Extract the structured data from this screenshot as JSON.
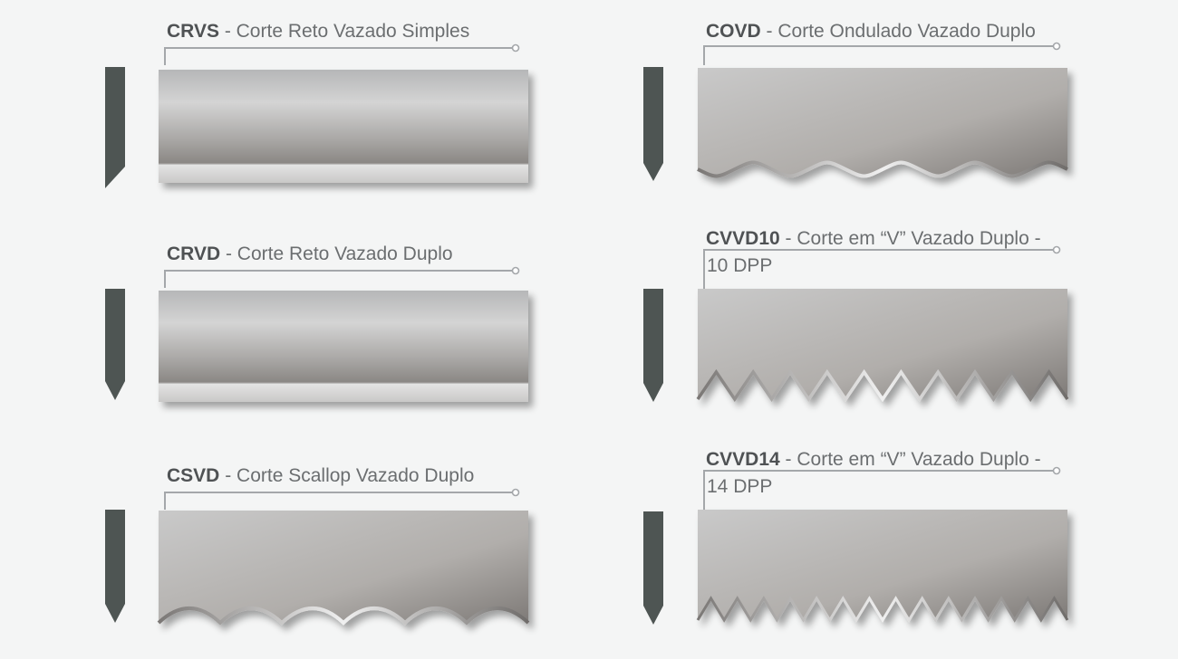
{
  "blades": [
    {
      "code": "CRVS",
      "name": "- Corte Reto Vazado Simples",
      "line2": "",
      "edge": "straight-single"
    },
    {
      "code": "COVD",
      "name": "- Corte Ondulado Vazado Duplo",
      "line2": "",
      "edge": "wave"
    },
    {
      "code": "CRVD",
      "name": "- Corte Reto Vazado Duplo",
      "line2": "",
      "edge": "straight-double"
    },
    {
      "code": "CVVD10",
      "name": "- Corte em “V” Vazado Duplo -",
      "line2": "10 DPP",
      "edge": "v-teeth",
      "teeth": 10
    },
    {
      "code": "CSVD",
      "name": "- Corte Scallop Vazado Duplo",
      "line2": "",
      "edge": "scallop",
      "teeth": 6
    },
    {
      "code": "CVVD14",
      "name": "- Corte em “V” Vazado Duplo -",
      "line2": "14 DPP",
      "edge": "v-teeth",
      "teeth": 14
    }
  ],
  "colors": {
    "profile": "#4e5553",
    "bracket": "#a4a7aa",
    "label_bold": "#4f5254",
    "label": "#6b6e70"
  }
}
